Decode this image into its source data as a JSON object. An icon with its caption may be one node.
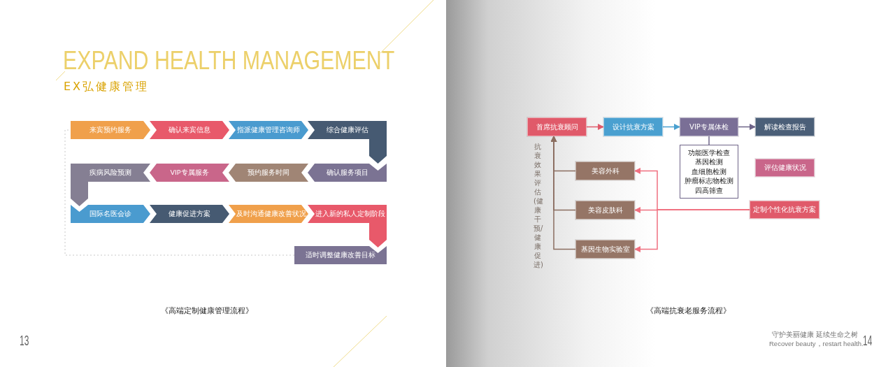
{
  "diagram": {
    "title": "EXPAND HEALTH MANAGEMENT",
    "nodes": [
      {
        "text": [
          "来宾预约服务"
        ]
      },
      {
        "text": [
          "确认来宾信息"
        ]
      },
      {
        "text": [
          "指派健康管理咨询师"
        ]
      },
      {
        "text": [
          "综合健康评估"
        ]
      },
      {
        "text": [
          "确认服务项目"
        ]
      },
      {
        "text": [
          "预约服务时间"
        ]
      },
      {
        "text": [
          "VIP专属服务"
        ]
      },
      {
        "text": [
          "疾病风险预测"
        ]
      },
      {
        "text": [
          "国际名医会诊"
        ]
      },
      {
        "text": [
          "健康促进方案"
        ]
      },
      {
        "text": [
          "及时沟通健康改善状况"
        ]
      },
      {
        "text": [
          "进入新的私人定制阶段"
        ]
      },
      {
        "text": [
          "适时调整健康改善目标"
        ]
      },
      {
        "text": [
          "首席抗衰顾问"
        ]
      },
      {
        "text": [
          "设计抗衰方案"
        ]
      },
      {
        "text": [
          "VIP专属体检"
        ]
      },
      {
        "text": [
          "解读检查报告"
        ]
      },
      {
        "text": [
          "功能医学检查",
          "基因检测",
          "血细胞检测",
          "肿瘤标志物检测",
          "四高筛查"
        ]
      },
      {
        "text": [
          "评估健康状况"
        ]
      },
      {
        "text": [
          "美容外科"
        ]
      },
      {
        "text": [
          "美容皮肤科"
        ]
      },
      {
        "text": [
          "基因生物实验室"
        ]
      },
      {
        "text": [
          "定制个性化抗衰方案"
        ]
      }
    ],
    "edges": [
      {
        "from": 12,
        "to": 0,
        "arrow": "none",
        "style": "dashed",
        "color": "#c8c8c8"
      },
      {
        "from": 13,
        "to": 14,
        "arrow": "to",
        "color": "#e05a6a"
      },
      {
        "from": 14,
        "to": 15,
        "arrow": "to",
        "color": "#4aa0d0"
      },
      {
        "from": 15,
        "to": 16,
        "arrow": "to",
        "color": "#6e6488"
      },
      {
        "from": 15,
        "to": 17,
        "arrow": "none",
        "color": "#6e6488"
      },
      {
        "from": 19,
        "to": 13,
        "arrow": "to",
        "color": "#8b6e60"
      },
      {
        "from": 20,
        "to": 13,
        "arrow": "to",
        "color": "#8b6e60"
      },
      {
        "from": 21,
        "to": 13,
        "arrow": "to",
        "color": "#8b6e60"
      },
      {
        "from": 22,
        "to": 19,
        "arrow": "to",
        "color": "#f07080"
      },
      {
        "from": 22,
        "to": 20,
        "arrow": "to",
        "color": "#f07080"
      },
      {
        "from": 22,
        "to": 21,
        "arrow": "to",
        "color": "#f07080"
      }
    ],
    "labels": [
      "EX弘健康管理",
      "抗衰效果评估(健康干预/健康促进)",
      "《高端定制健康管理流程》",
      "13",
      "《高端抗衰老服务流程》",
      "守护美丽健康 延续生命之树",
      "Recover beauty，restart health.",
      "14"
    ]
  }
}
